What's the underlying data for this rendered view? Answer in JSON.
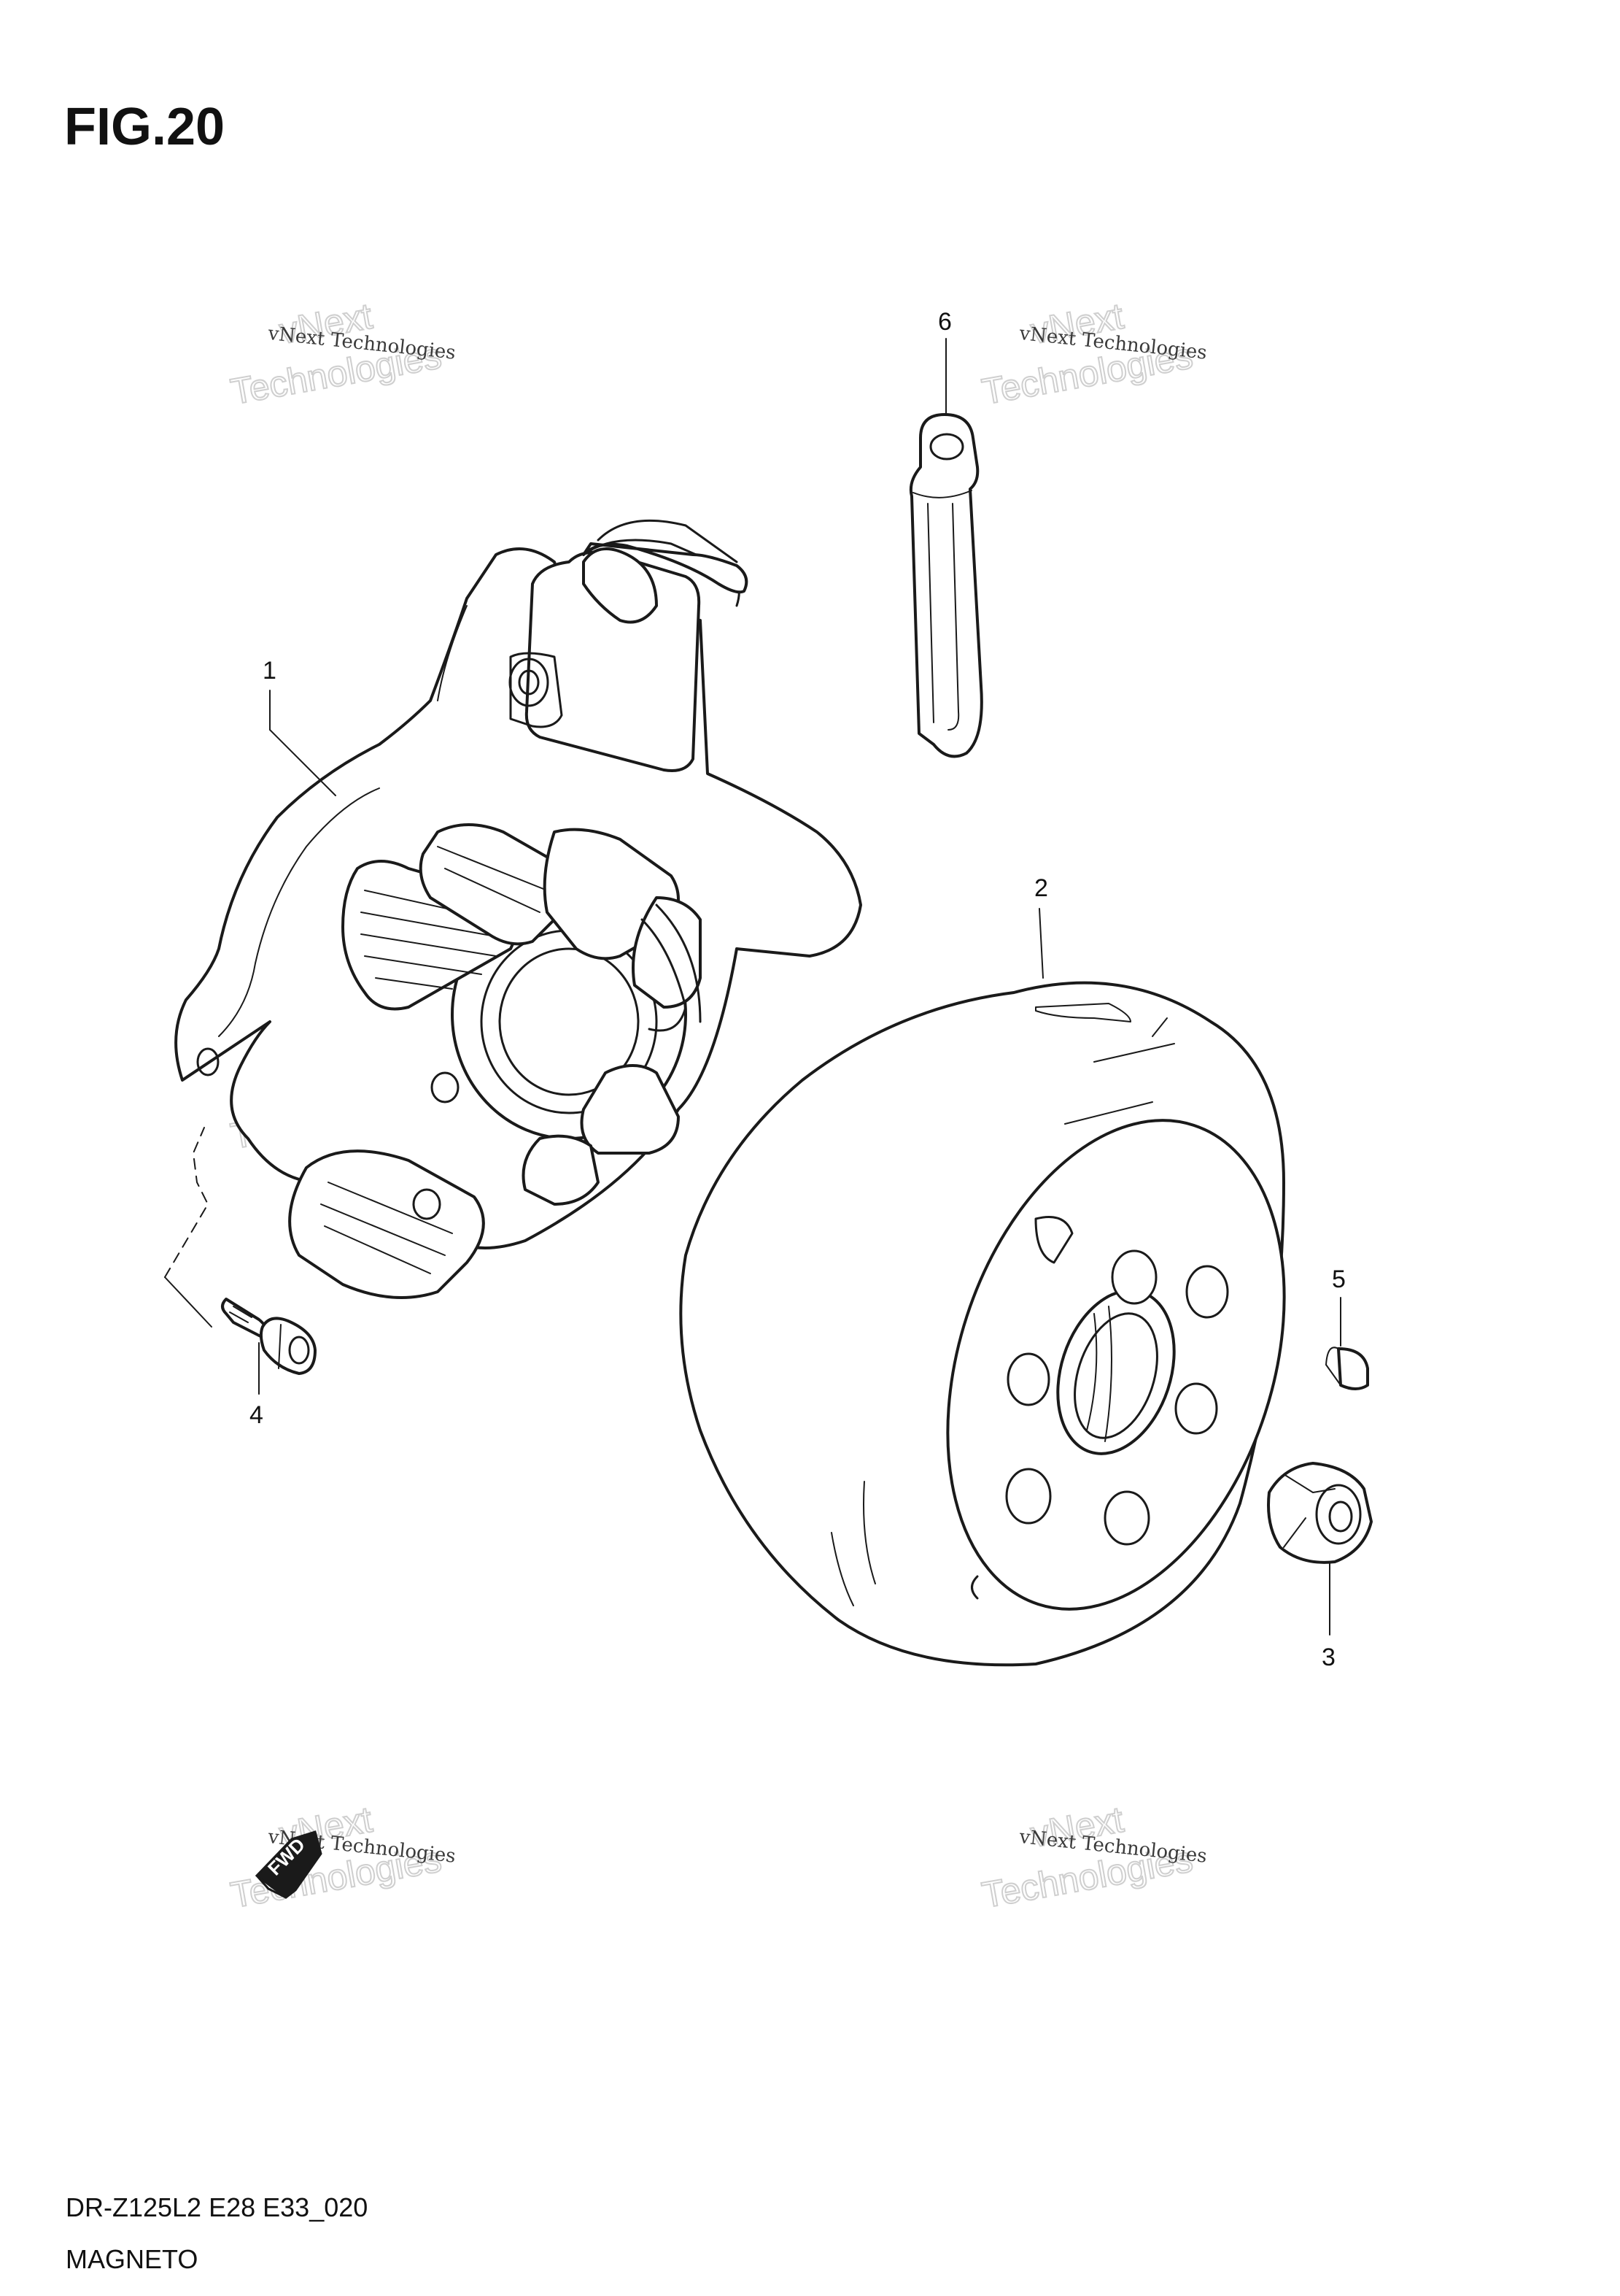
{
  "figure": {
    "title": "FIG.20"
  },
  "callouts": [
    {
      "id": "1",
      "label": "1"
    },
    {
      "id": "2",
      "label": "2"
    },
    {
      "id": "3",
      "label": "3"
    },
    {
      "id": "4",
      "label": "4"
    },
    {
      "id": "5",
      "label": "5"
    },
    {
      "id": "6",
      "label": "6"
    }
  ],
  "watermark": {
    "small_text": "vNext Technologies",
    "big_line1": "vNext",
    "big_line2": "Technologies"
  },
  "forward_marker": {
    "label": "FWD"
  },
  "footer": {
    "model_code": "DR-Z125L2 E28 E33_020",
    "section_name": "MAGNETO"
  }
}
